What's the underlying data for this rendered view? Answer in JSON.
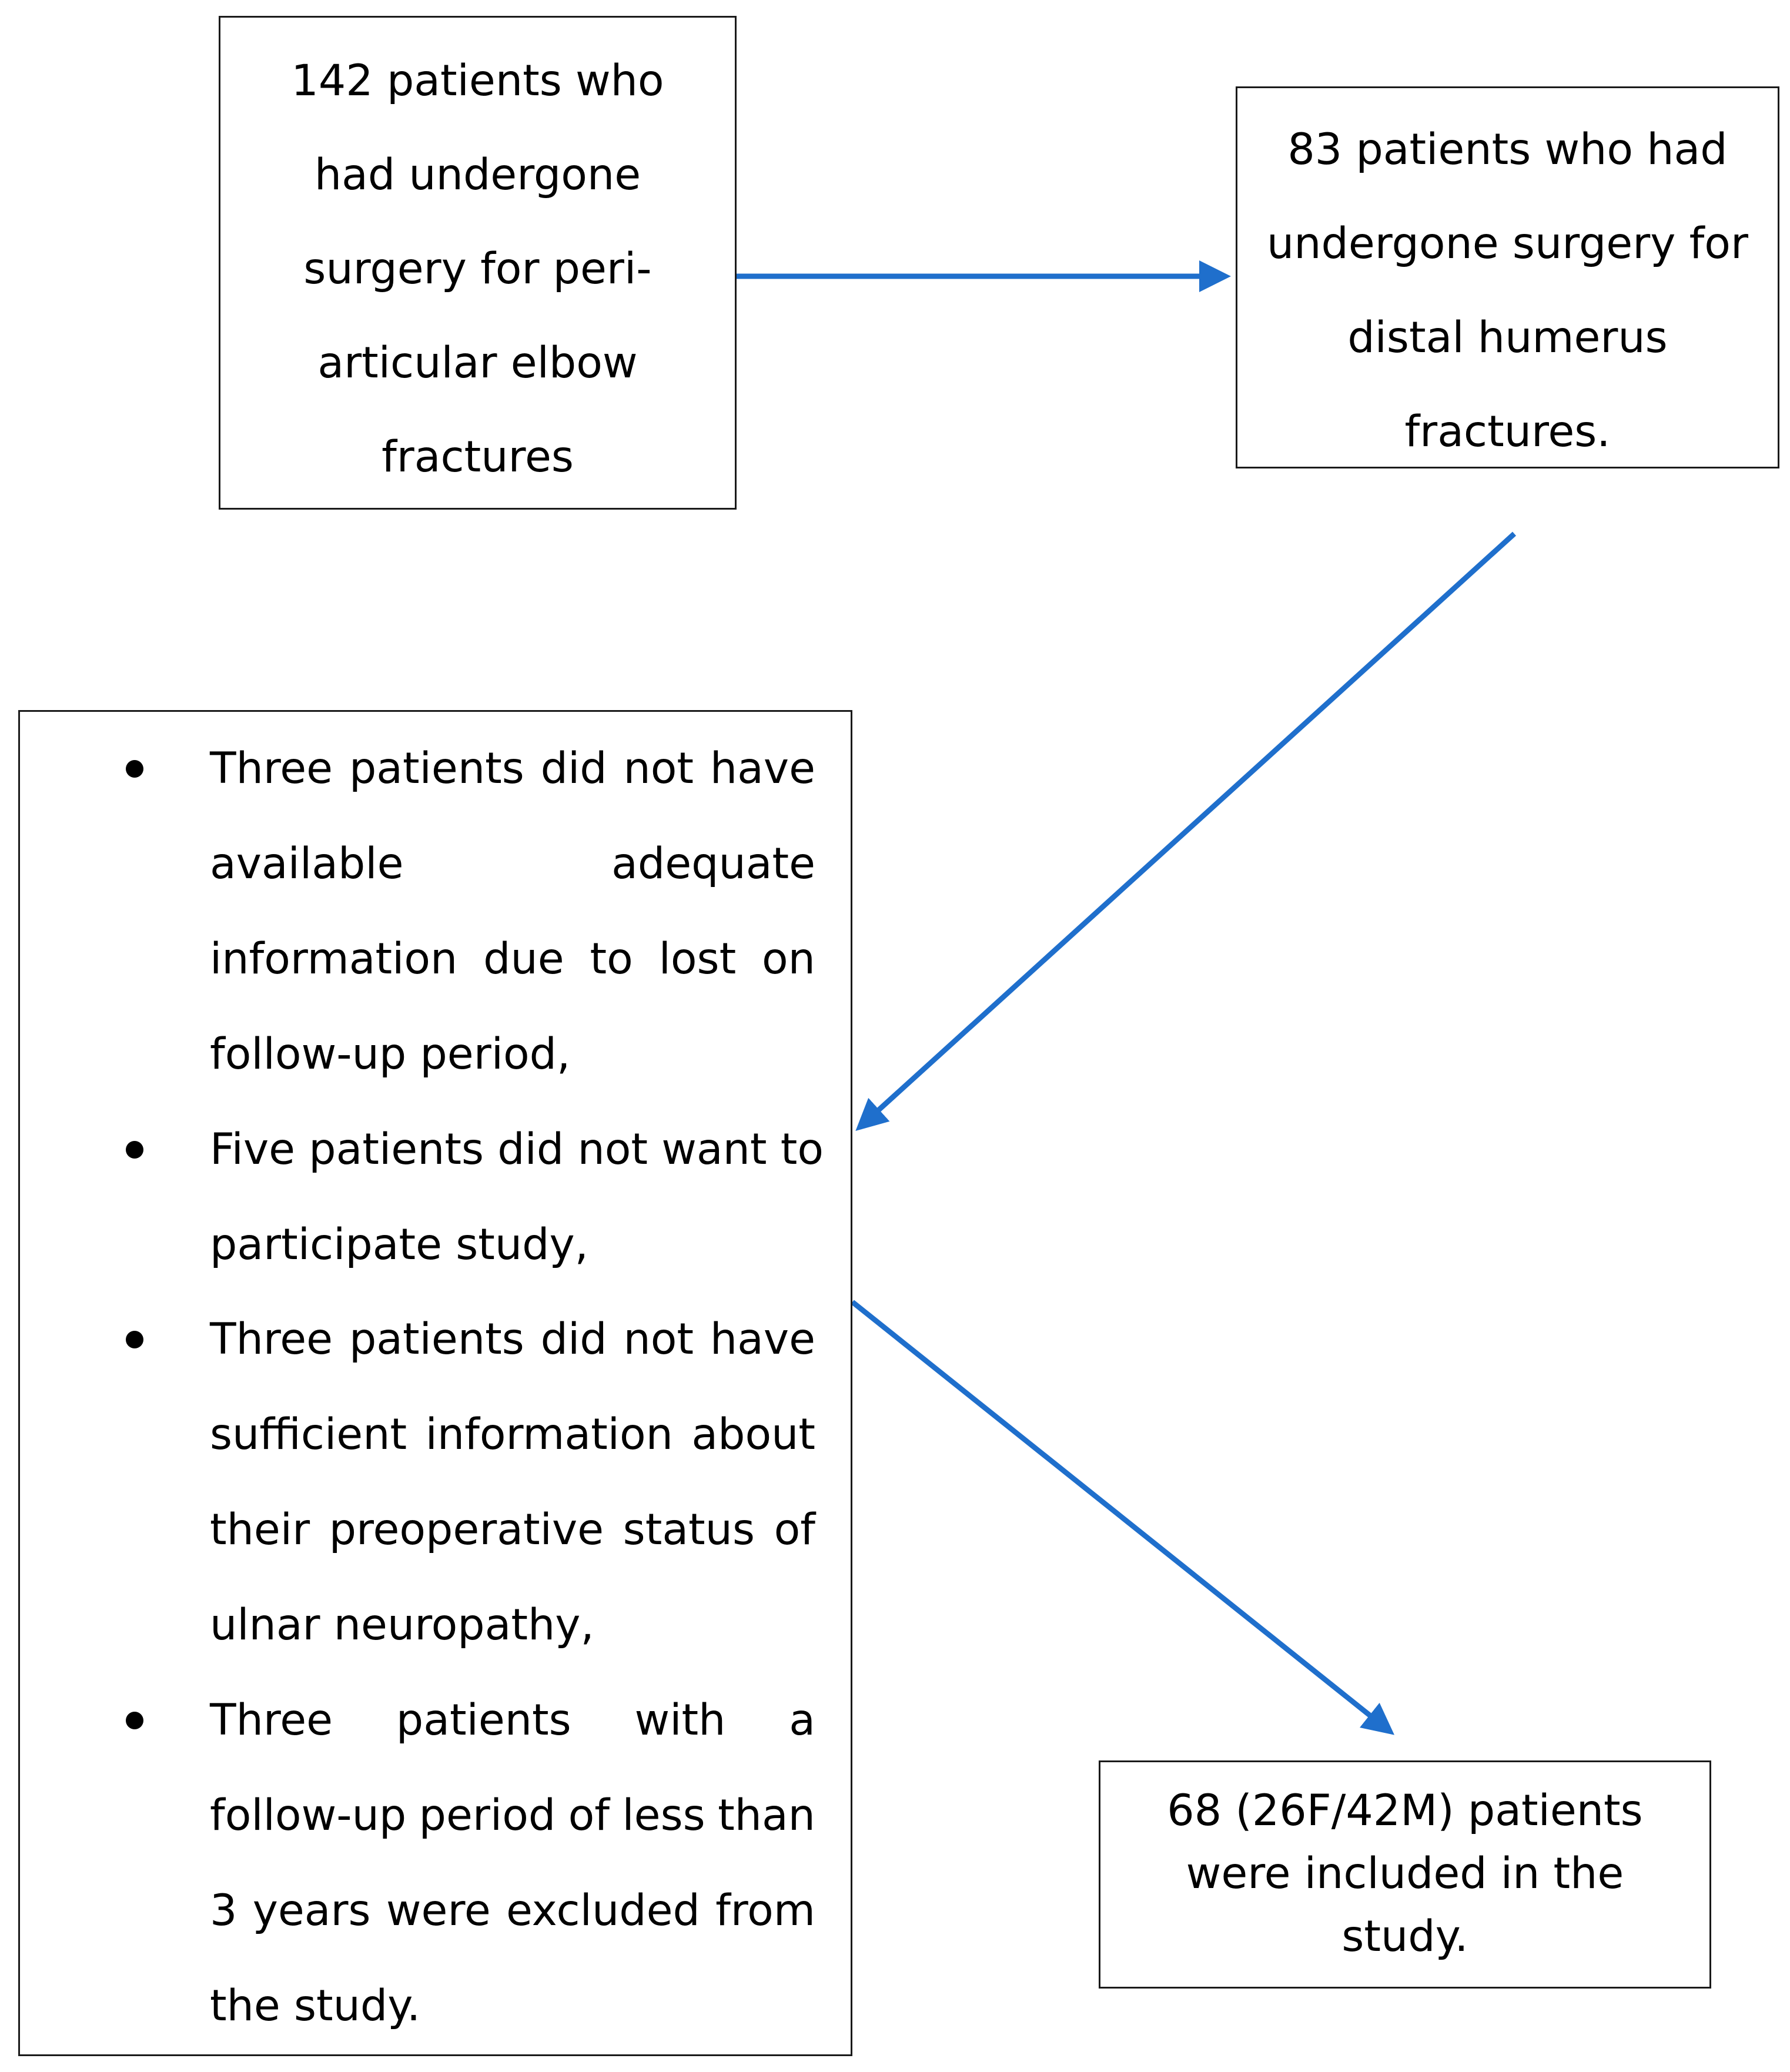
{
  "colors": {
    "arrow": "#1f6fcc",
    "box_border": "#1a1a1a",
    "text": "#000000"
  },
  "boxes": {
    "start": {
      "lines": [
        "142 patients  who",
        "had undergone",
        "surgery for peri-",
        "articular elbow",
        "fractures"
      ]
    },
    "distal": {
      "lines": [
        "83 patients who had",
        "undergone surgery for",
        "distal humerus",
        "fractures."
      ]
    },
    "included": {
      "lines": [
        "68 (26F/42M) patients",
        "were included in the",
        "study."
      ]
    },
    "excluded": {
      "items": [
        {
          "lines": [
            [
              "Three",
              "patients",
              "did",
              "not",
              "have"
            ],
            [
              "available",
              "adequate"
            ],
            [
              "information",
              "due",
              "to",
              "lost",
              "on"
            ],
            [
              "follow-up period,"
            ]
          ]
        },
        {
          "lines": [
            [
              "Five patients did not want to"
            ],
            [
              "participate study,"
            ]
          ]
        },
        {
          "lines": [
            [
              "Three",
              "patients",
              "did",
              "not",
              "have"
            ],
            [
              "sufficient",
              "information",
              "about"
            ],
            [
              "their",
              "preoperative",
              "status",
              "of"
            ],
            [
              "ulnar neuropathy,"
            ]
          ]
        },
        {
          "lines": [
            [
              "Three",
              "patients",
              "with",
              "a"
            ],
            [
              "follow-up",
              "period",
              "of",
              "less",
              "than"
            ],
            [
              "3",
              "years",
              "were",
              "excluded",
              "from"
            ],
            [
              "the study."
            ]
          ]
        }
      ]
    }
  }
}
